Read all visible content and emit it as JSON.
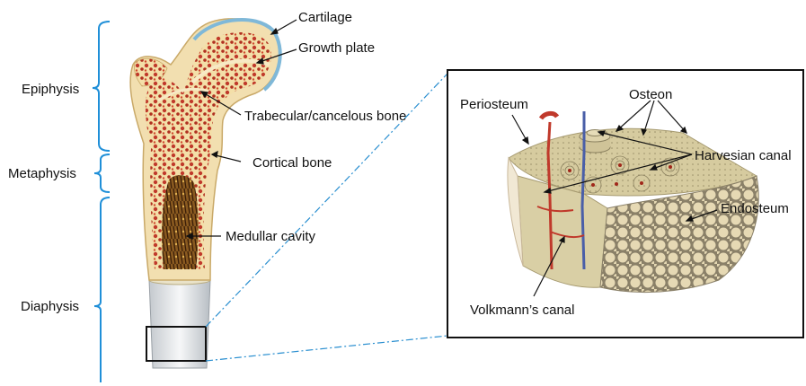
{
  "regions": {
    "epiphysis": "Epiphysis",
    "metaphysis": "Metaphysis",
    "diaphysis": "Diaphysis"
  },
  "bone_labels": {
    "cartilage": "Cartilage",
    "growth_plate": "Growth plate",
    "trabecular": "Trabecular/cancelous bone",
    "cortical": "Cortical bone",
    "medullar": "Medullar cavity"
  },
  "inset_labels": {
    "periosteum": "Periosteum",
    "osteon": "Osteon",
    "harvesian": "Harvesian canal",
    "endosteum": "Endosteum",
    "volkmann": "Volkmann’s canal"
  },
  "colors": {
    "bracket": "#1f8fd8",
    "cartilage": "#7fb8d8",
    "cortical": "#f2dfb0",
    "trabecular": "#c0392b",
    "medullar": "#6b3a10",
    "shaft": "#d8dde2",
    "inset_border": "#111111",
    "dash_line": "#2a8fd0",
    "artery": "#c0392b",
    "vein": "#4a5fa8",
    "compact_bone": "#d9cfa5",
    "spongy_bone": "#e2d4ae"
  }
}
